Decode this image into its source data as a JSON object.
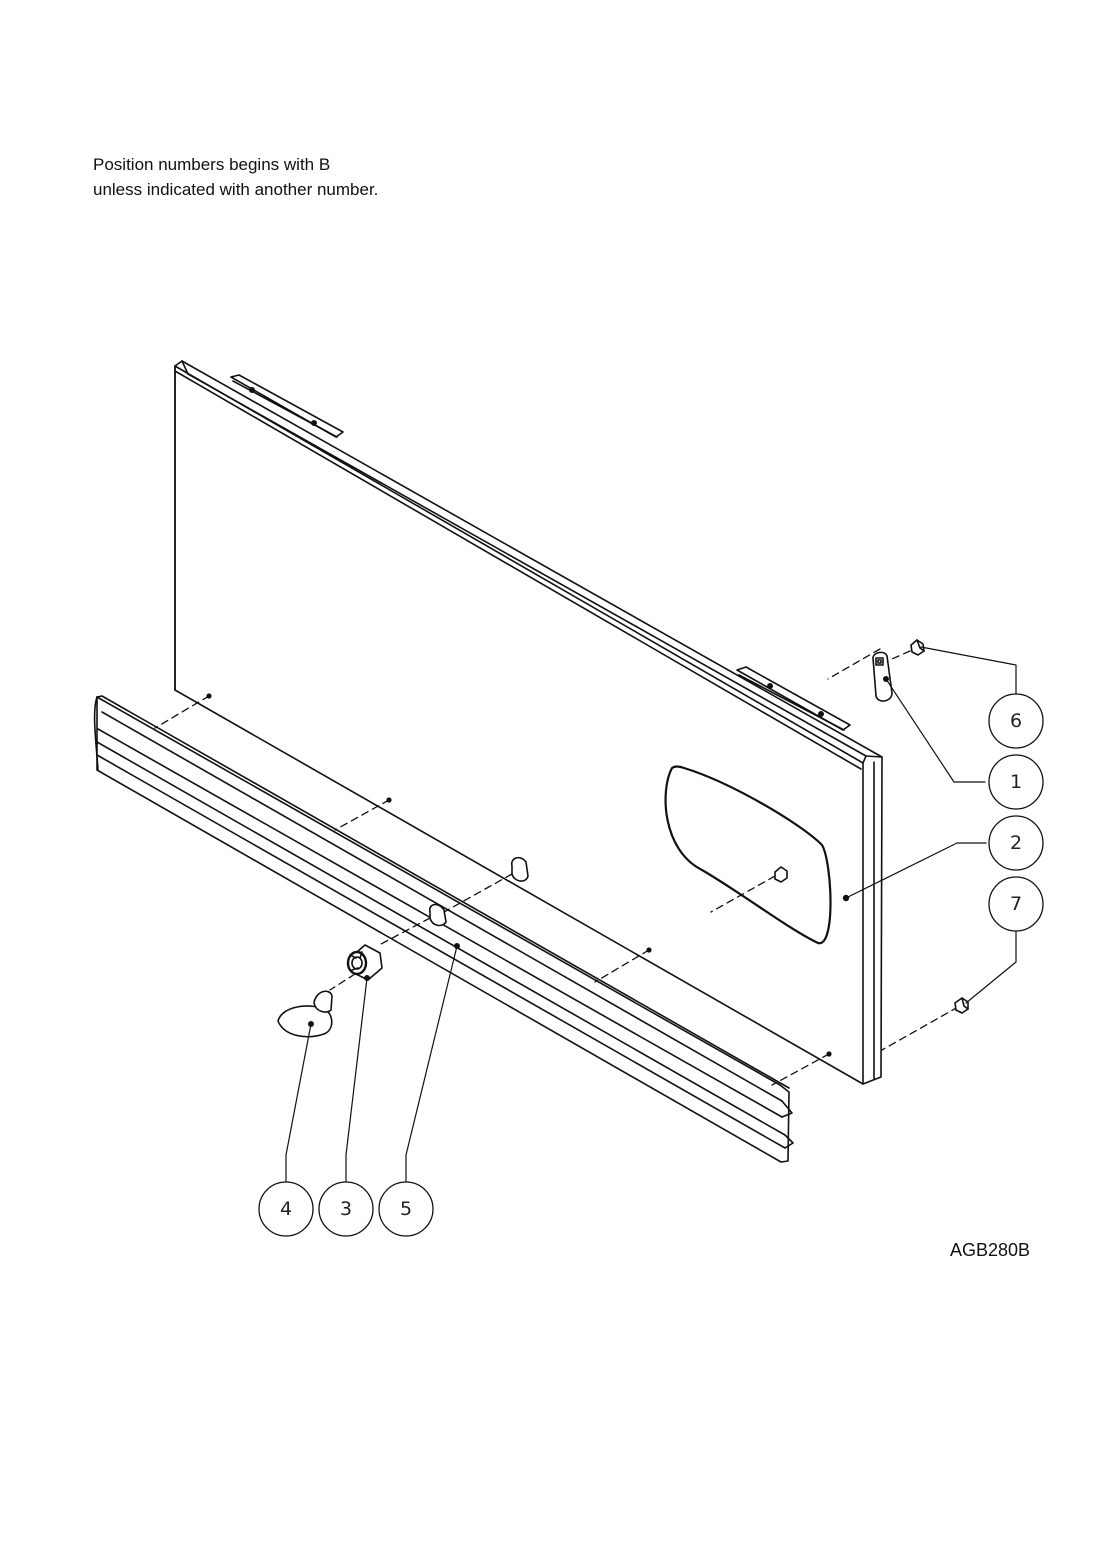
{
  "note": {
    "line1": "Position numbers begins with B",
    "line2": "unless indicated with another number."
  },
  "drawing_code": "AGB280B",
  "balloons": {
    "b1": "1",
    "b2": "2",
    "b3": "3",
    "b4": "4",
    "b5": "5",
    "b6": "6",
    "b7": "7"
  }
}
